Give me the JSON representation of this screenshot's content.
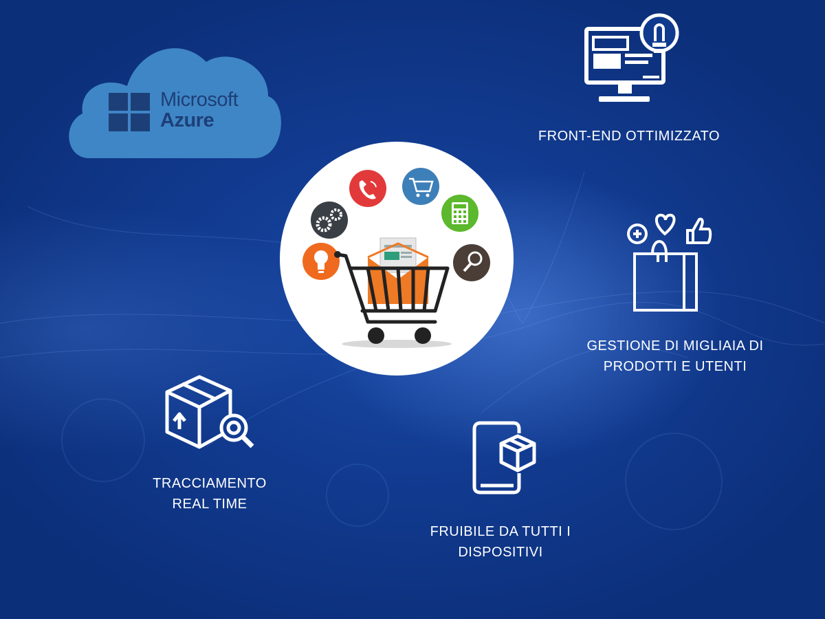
{
  "logo": {
    "line1": "Microsoft",
    "line2": "Azure",
    "cloud_color": "#3f86c6",
    "text_color": "#1d3f78"
  },
  "features": {
    "frontend": {
      "label": "FRONT-END OTTIMIZZATO",
      "icon": "monitor-lightbulb-icon"
    },
    "management": {
      "line1": "GESTIONE DI MIGLIAIA DI",
      "line2": "PRODOTTI E UTENTI",
      "icon": "shopping-bag-icon"
    },
    "tracking": {
      "line1": "TRACCIAMENTO",
      "line2": "REAL TIME",
      "icon": "package-search-icon"
    },
    "devices": {
      "line1": "FRUIBILE DA TUTTI I",
      "line2": "DISPOSITIVI",
      "icon": "smartphone-package-icon"
    }
  },
  "center_illustration": {
    "icon": "ecommerce-cart-icon",
    "badges": [
      "phone-icon",
      "cart-icon",
      "gears-icon",
      "calculator-icon",
      "lightbulb-icon",
      "magnifier-icon"
    ]
  },
  "colors": {
    "background": "#123c92",
    "text": "#ffffff",
    "red": "#e23a3a",
    "blue": "#3d7fb8",
    "dark": "#3a3f45",
    "green": "#5cb82c",
    "orange": "#ef6a1f",
    "brown": "#4a3e36"
  }
}
